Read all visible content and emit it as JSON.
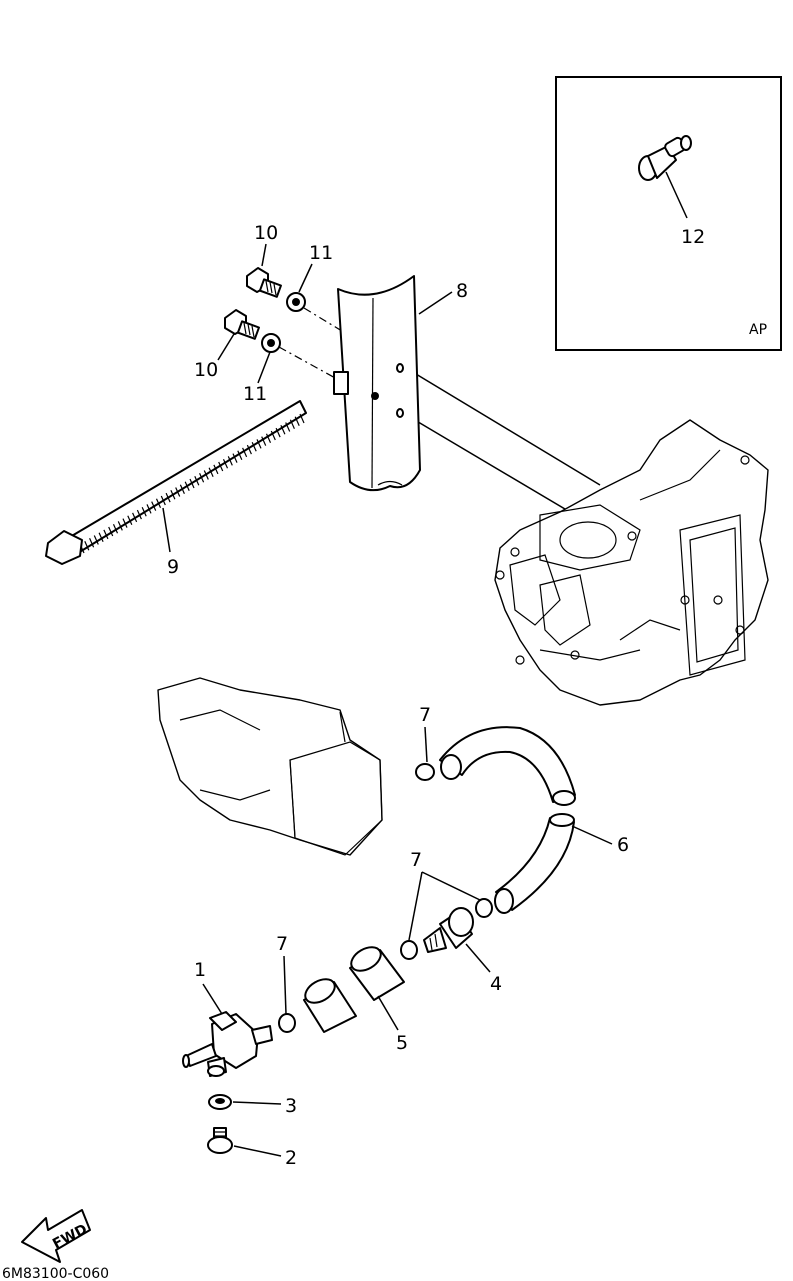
{
  "callouts": {
    "p1": "1",
    "p2": "2",
    "p3": "3",
    "p4": "4",
    "p5": "5",
    "p6": "6",
    "p7a": "7",
    "p7b": "7",
    "p7c": "7",
    "p8": "8",
    "p9": "9",
    "p10a": "10",
    "p10b": "10",
    "p11a": "11",
    "p11b": "11",
    "p12": "12"
  },
  "inset": {
    "label": "AP"
  },
  "fwd_label": "FWD",
  "drawing_code": "6M83100-C060"
}
